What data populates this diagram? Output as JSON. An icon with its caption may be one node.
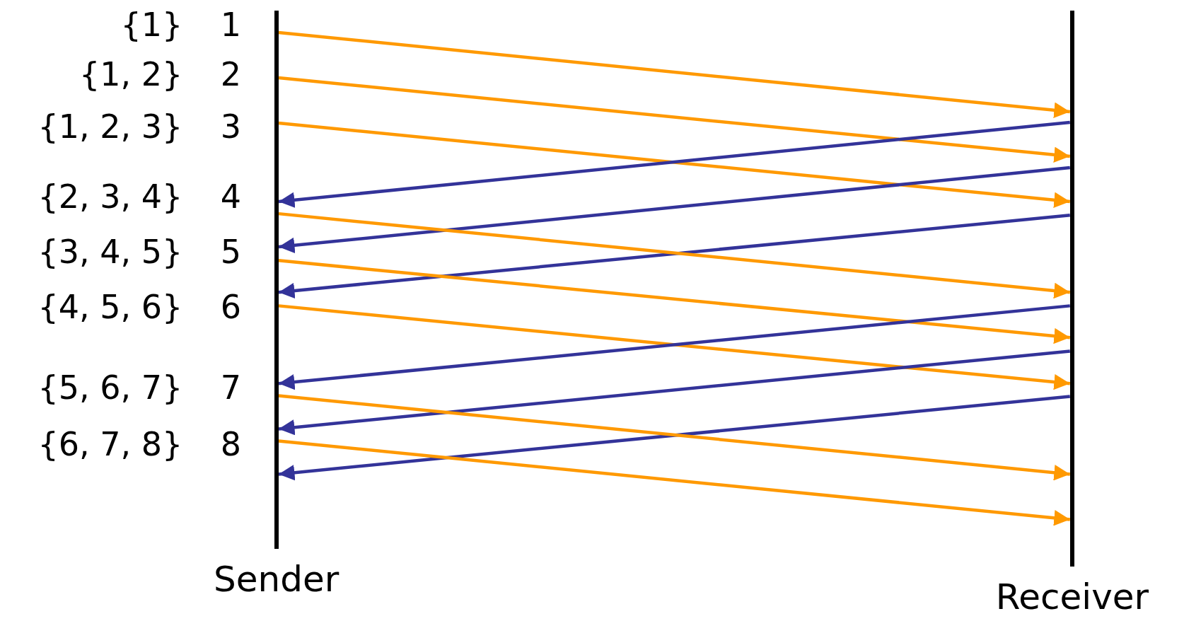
{
  "diagram": {
    "nodes": [
      {
        "text": [
          "Sender"
        ]
      },
      {
        "text": [
          "Receiver"
        ]
      }
    ],
    "edges": [
      {
        "from": 0,
        "to": 1,
        "arrow": "to"
      },
      {
        "from": 0,
        "to": 1,
        "arrow": "to"
      },
      {
        "from": 0,
        "to": 1,
        "arrow": "to"
      },
      {
        "from": 1,
        "to": 0,
        "arrow": "to",
        "color": "#333399"
      },
      {
        "from": 1,
        "to": 0,
        "arrow": "to",
        "color": "#333399"
      },
      {
        "from": 1,
        "to": 0,
        "arrow": "to",
        "color": "#333399"
      },
      {
        "from": 0,
        "to": 1,
        "arrow": "to"
      },
      {
        "from": 0,
        "to": 1,
        "arrow": "to"
      },
      {
        "from": 0,
        "to": 1,
        "arrow": "to"
      },
      {
        "from": 1,
        "to": 0,
        "arrow": "to",
        "color": "#333399"
      },
      {
        "from": 1,
        "to": 0,
        "arrow": "to",
        "color": "#333399"
      },
      {
        "from": 1,
        "to": 0,
        "arrow": "to",
        "color": "#333399"
      },
      {
        "from": 0,
        "to": 1,
        "arrow": "to"
      },
      {
        "from": 0,
        "to": 1,
        "arrow": "to"
      }
    ],
    "labels": [
      "{1}",
      "1",
      "{1, 2}",
      "2",
      "{1, 2, 3}",
      "3",
      "{2, 3, 4}",
      "4",
      "{3, 4, 5}",
      "5",
      "{4, 5, 6}",
      "6",
      "{5, 6, 7}",
      "7",
      "{6, 7, 8}",
      "8"
    ]
  }
}
